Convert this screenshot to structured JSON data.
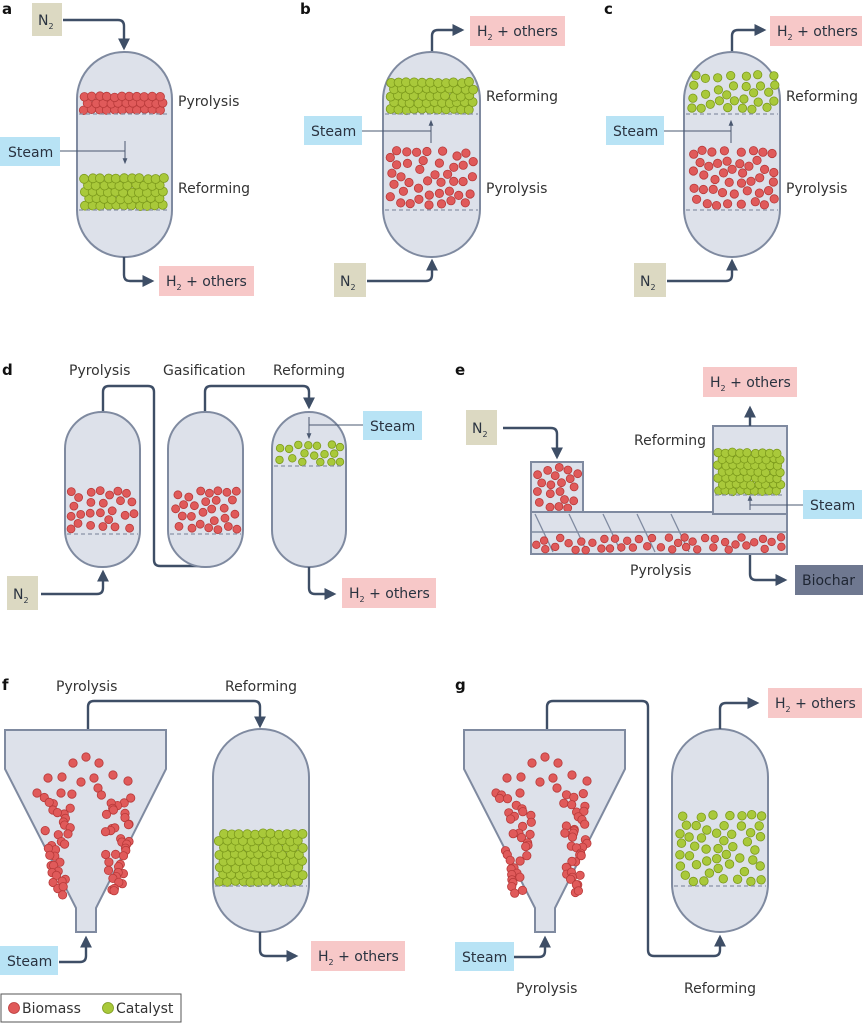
{
  "figure": {
    "colors": {
      "vessel_fill": "#dde1ea",
      "vessel_stroke": "#7f8aa0",
      "pipe": "#3e4e66",
      "biomass": "#e05a5a",
      "catalyst": "#a9c93a",
      "n2_box": "#dcd9c2",
      "steam_box": "#b8e3f5",
      "product_box": "#f7c8c8",
      "biochar_box": "#6f7890"
    },
    "panels": {
      "a": {
        "letter": "a",
        "n2": {
          "main": "N",
          "sub": "2"
        },
        "steam": "Steam",
        "stage_top": "Pyrolysis",
        "stage_bottom": "Reforming",
        "product": {
          "main": "H",
          "sub": "2",
          "rest": " + others"
        }
      },
      "b": {
        "letter": "b",
        "n2": {
          "main": "N",
          "sub": "2"
        },
        "steam": "Steam",
        "stage_top": "Reforming",
        "stage_bottom": "Pyrolysis",
        "product": {
          "main": "H",
          "sub": "2",
          "rest": " + others"
        }
      },
      "c": {
        "letter": "c",
        "n2": {
          "main": "N",
          "sub": "2"
        },
        "steam": "Steam",
        "stage_top": "Reforming",
        "stage_bottom": "Pyrolysis",
        "product": {
          "main": "H",
          "sub": "2",
          "rest": " + others"
        }
      },
      "d": {
        "letter": "d",
        "stage_1": "Pyrolysis",
        "stage_2": "Gasification",
        "stage_3": "Reforming",
        "steam": "Steam",
        "n2": {
          "main": "N",
          "sub": "2"
        },
        "product": {
          "main": "H",
          "sub": "2",
          "rest": " + others"
        }
      },
      "e": {
        "letter": "e",
        "n2": {
          "main": "N",
          "sub": "2"
        },
        "stage_reforming": "Reforming",
        "stage_pyrolysis": "Pyrolysis",
        "steam": "Steam",
        "biochar": "Biochar",
        "product": {
          "main": "H",
          "sub": "2",
          "rest": " + others"
        }
      },
      "f": {
        "letter": "f",
        "stage_1": "Pyrolysis",
        "stage_2": "Reforming",
        "steam": "Steam",
        "product": {
          "main": "H",
          "sub": "2",
          "rest": " + others"
        }
      },
      "g": {
        "letter": "g",
        "stage_1": "Pyrolysis",
        "stage_2": "Reforming",
        "steam": "Steam",
        "product": {
          "main": "H",
          "sub": "2",
          "rest": " + others"
        }
      }
    },
    "legend": {
      "biomass": "Biomass",
      "catalyst": "Catalyst"
    }
  }
}
